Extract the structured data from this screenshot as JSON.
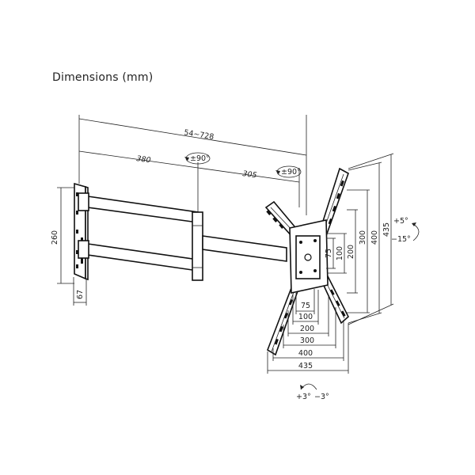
{
  "heading": "Dimensions (mm)",
  "labels": {
    "extension_range": "54~728",
    "arm_a_length": "380",
    "arm_b_length": "305",
    "swivel_a": "±90°",
    "swivel_b": "±90°",
    "plate_height": "260",
    "plate_width": "67",
    "h75": "75",
    "h100": "100",
    "h200": "200",
    "h300": "300",
    "h400": "400",
    "h435": "435",
    "v75": "75",
    "v100": "100",
    "v200": "200",
    "v300": "300",
    "v400": "400",
    "v435": "435",
    "tilt_up": "+5°",
    "tilt_down": "−15°",
    "rotate_plus": "+3°",
    "rotate_minus": "−3°"
  }
}
